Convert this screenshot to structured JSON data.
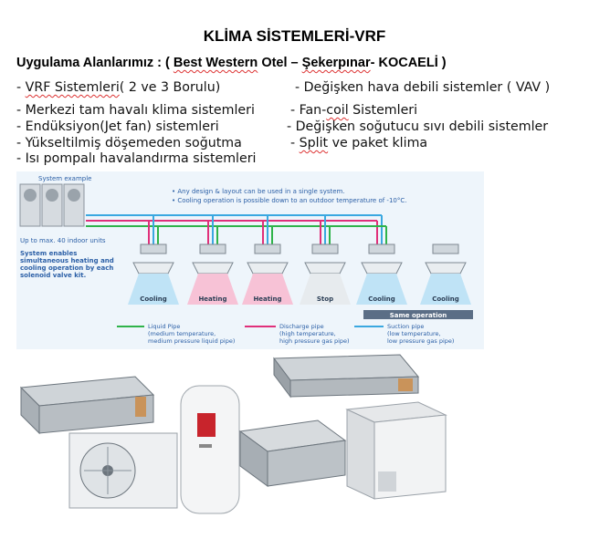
{
  "title": "KLİMA SİSTEMLERİ-VRF",
  "subtitle": {
    "prefix": "Uygulama Alanlarımız : ( ",
    "best_western": "Best Western",
    "otel": " Otel – ",
    "sekerpinar": "Şekerpınar",
    "suffix": "- KOCAELİ  )"
  },
  "items": {
    "vrf_dash": "- ",
    "vrf_word": "VRF  Sistemleri",
    "vrf_rest": "( 2 ve 3 Borulu)",
    "vav": "- Değişken hava debili  sistemler ( VAV )",
    "merkezi": "- Merkezi tam havalı klima sistemleri",
    "fancoil_dash": "- Fan-",
    "fancoil_word": "coil",
    "fancoil_rest": " Sistemleri",
    "enduksiyon": "- Endüksiyon(Jet fan) sistemleri",
    "sogutucu": "- Değişken soğutucu sıvı debili sistemler",
    "yukseltilmis": "- Yükseltilmiş döşemeden soğutma",
    "split_dash": "- ",
    "split_word": "Split",
    "split_rest": " ve paket klima",
    "isi": "- Isı pompalı havalandırma sistemleri"
  },
  "diagram": {
    "system_example": "System example",
    "note1": "• Any design & layout can be used in a single system.",
    "note2": "• Cooling operation is possible down to an outdoor temperature of -10°C.",
    "up_to": "Up to max. 40 indoor units",
    "enables1": "System enables",
    "enables2": "simultaneous heating and",
    "enables3": "cooling operation by each",
    "enables4": "solenoid valve kit.",
    "modes": [
      "Cooling",
      "Heating",
      "Heating",
      "Stop",
      "Cooling",
      "Cooling"
    ],
    "same_operation": "Same operation",
    "legend": [
      {
        "name": "Liquid Pipe",
        "line2": "(medium temperature,",
        "line3": "medium pressure liquid pipe)",
        "color": "#2fb34a"
      },
      {
        "name": "Discharge pipe",
        "line2": "(high temperature,",
        "line3": "high pressure gas pipe)",
        "color": "#e0307a"
      },
      {
        "name": "Suction pipe",
        "line2": "(low temperature,",
        "line3": "low pressure gas pipe)",
        "color": "#3aa8e0"
      }
    ]
  },
  "colors": {
    "liquid": "#2fb34a",
    "discharge": "#e0307a",
    "suction": "#3aa8e0",
    "text_blue": "#2b5fa6"
  }
}
